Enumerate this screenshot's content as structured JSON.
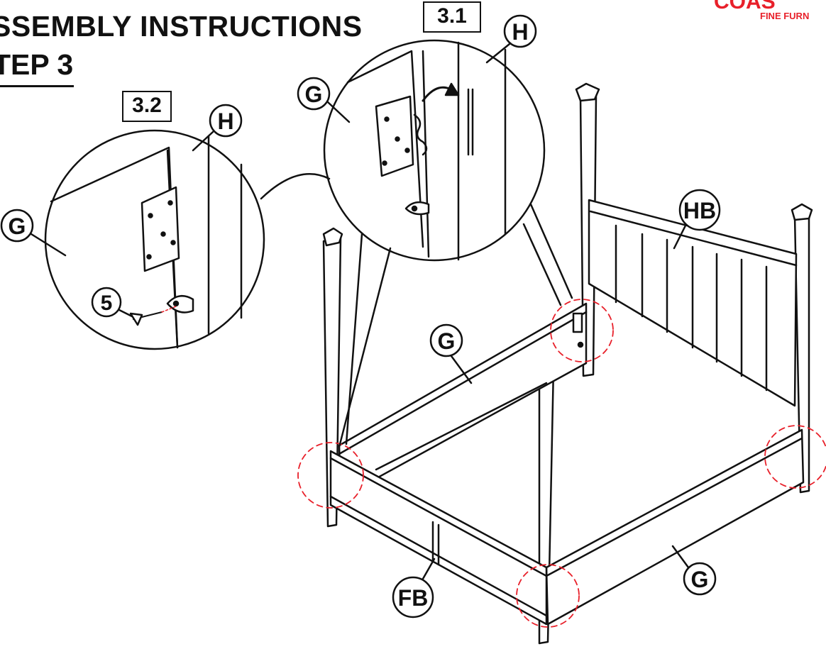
{
  "header": {
    "title": "SSEMBLY INSTRUCTIONS",
    "step": "TEP 3",
    "brand_top": "COAS",
    "brand_sub": "FINE FURN"
  },
  "detail_views": {
    "view_a": {
      "number": "3.1",
      "labels": {
        "top": "H",
        "side": "G"
      }
    },
    "view_b": {
      "number": "3.2",
      "labels": {
        "top": "H",
        "side": "G",
        "hardware": "5"
      }
    }
  },
  "bed_labels": {
    "rail_back": "G",
    "rail_front": "G",
    "headboard": "HB",
    "footboard": "FB"
  },
  "colors": {
    "brand": "#e8202a",
    "line": "#111111",
    "highlight": "#e8202a"
  }
}
